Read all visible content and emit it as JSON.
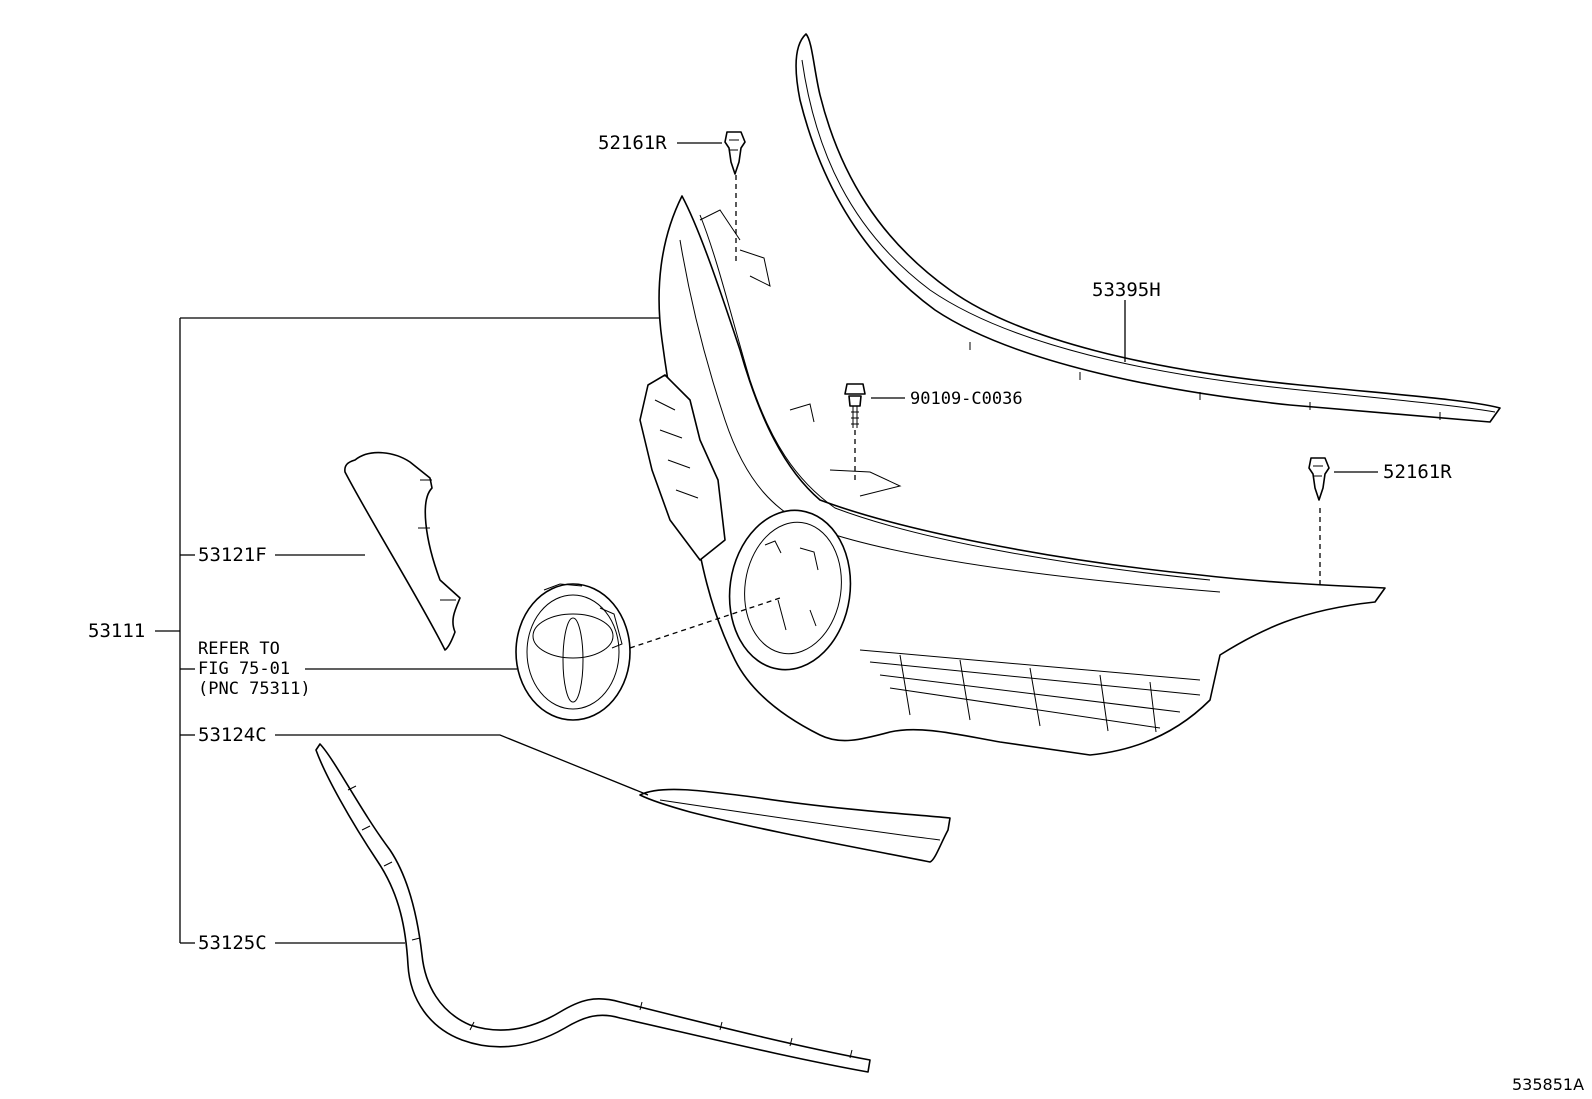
{
  "diagram": {
    "labels": {
      "p52161R_top": "52161R",
      "p52161R_right": "52161R",
      "p53395H": "53395H",
      "p90109": "90109-C0036",
      "p53121F": "53121F",
      "p53111": "53111",
      "p53124C": "53124C",
      "p53125C": "53125C"
    },
    "refer": {
      "line1": "REFER TO",
      "line2": "FIG 75-01",
      "line3": "(PNC 75311)"
    },
    "figure_id": "535851A"
  }
}
